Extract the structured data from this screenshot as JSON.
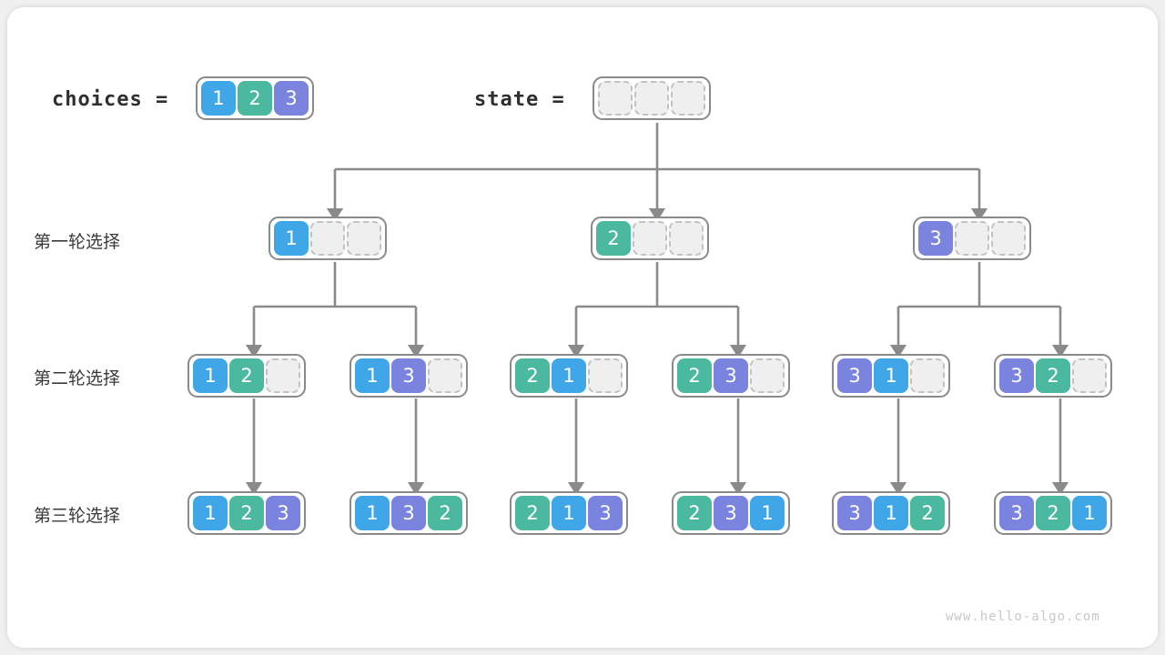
{
  "meta": {
    "watermark": "www.hello-algo.com",
    "background": "#f0f0f0",
    "card_background": "#ffffff"
  },
  "palette": {
    "value_1": "#3fa7e8",
    "value_2": "#4bb8a0",
    "value_3": "#7a84de",
    "empty_cell": "#efefef",
    "empty_border": "#c2c2c2",
    "array_border": "#8a8a8a",
    "connector": "#8a8a8a",
    "text": "#2f2f2f"
  },
  "legend": {
    "choices_label": "choices =",
    "state_label": "state =",
    "choices_values": [
      "1",
      "2",
      "3"
    ],
    "state_values": [
      "",
      "",
      ""
    ]
  },
  "rows": [
    {
      "label": "第一轮选择"
    },
    {
      "label": "第二轮选择"
    },
    {
      "label": "第三轮选择"
    }
  ],
  "level1": [
    {
      "values": [
        "1",
        "",
        ""
      ]
    },
    {
      "values": [
        "2",
        "",
        ""
      ]
    },
    {
      "values": [
        "3",
        "",
        ""
      ]
    }
  ],
  "level2": [
    {
      "values": [
        "1",
        "2",
        ""
      ]
    },
    {
      "values": [
        "1",
        "3",
        ""
      ]
    },
    {
      "values": [
        "2",
        "1",
        ""
      ]
    },
    {
      "values": [
        "2",
        "3",
        ""
      ]
    },
    {
      "values": [
        "3",
        "1",
        ""
      ]
    },
    {
      "values": [
        "3",
        "2",
        ""
      ]
    }
  ],
  "level3": [
    {
      "values": [
        "1",
        "2",
        "3"
      ]
    },
    {
      "values": [
        "1",
        "3",
        "2"
      ]
    },
    {
      "values": [
        "2",
        "1",
        "3"
      ]
    },
    {
      "values": [
        "2",
        "3",
        "1"
      ]
    },
    {
      "values": [
        "3",
        "1",
        "2"
      ]
    },
    {
      "values": [
        "3",
        "2",
        "1"
      ]
    }
  ]
}
